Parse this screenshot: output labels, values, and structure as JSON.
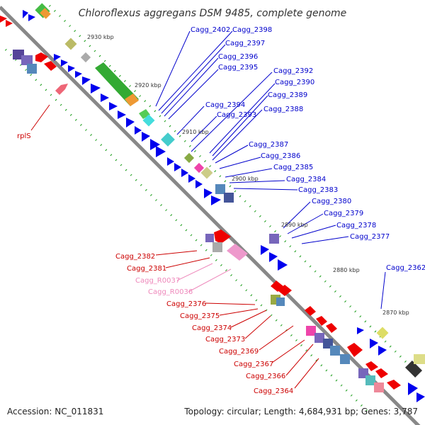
{
  "title": "Chloroflexus aggregans DSM 9485, complete genome",
  "accession": "Accession: NC_011831",
  "topology": "Topology: circular; Length: 4,684,931 bp; Genes: 3,787",
  "colors": {
    "forward_label": "#0000cc",
    "reverse_label": "#cc0000",
    "rna_label": "#ee88bb",
    "backbone": "#888888",
    "gc_dots": "#119911",
    "forward_gene": "#0000ee",
    "reverse_gene": "#ee0000"
  },
  "kbp_ticks": [
    "2930 kbp",
    "2920 kbp",
    "2910 kbp",
    "2900 kbp",
    "2890 kbp",
    "2880 kbp",
    "2870 kbp"
  ],
  "genes_forward": [
    "Cagg_2402",
    "Cagg_2398",
    "Cagg_2397",
    "Cagg_2396",
    "Cagg_2395",
    "Cagg_2392",
    "Cagg_2390",
    "Cagg_2389",
    "Cagg_2394",
    "Cagg_2393",
    "Cagg_2388",
    "Cagg_2387",
    "Cagg_2386",
    "Cagg_2385",
    "Cagg_2384",
    "Cagg_2383",
    "Cagg_2380",
    "Cagg_2379",
    "Cagg_2378",
    "Cagg_2377",
    "Cagg_2362"
  ],
  "genes_reverse": [
    "rplS",
    "Cagg_2382",
    "Cagg_2381",
    "Cagg_2376",
    "Cagg_2375",
    "Cagg_2374",
    "Cagg_2373",
    "Cagg_2369",
    "Cagg_2367",
    "Cagg_2366",
    "Cagg_2364"
  ],
  "genes_rna": [
    "Cagg_R0037",
    "Cagg_R0036"
  ]
}
